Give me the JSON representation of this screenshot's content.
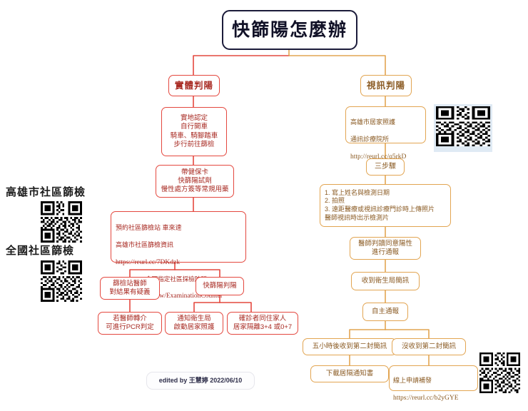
{
  "page": {
    "title": "快篩陽怎麼辦",
    "footer": "edited by 王慧婷 2022/06/10",
    "colors": {
      "title_border": "#1b1b3a",
      "left_branch": "#e4483f",
      "right_branch": "#e2a552",
      "left_text": "#a82a22",
      "right_text": "#8a5a22",
      "qr_tint": "#dfeaf4"
    }
  },
  "left_branch": {
    "head": "實體判陽",
    "n1": "實地認定\n自行開車\n騎車、騎腳踏車\n步行前往篩檢",
    "n2": "帶健保卡\n快篩陽試劑\n慢性處方簽等常規用藥",
    "n3_line1": "預約社區篩檢站 車來速",
    "n3_line2": "高雄市社區篩檢資訊",
    "n3_line3": "https://reurl.cc/7DKdzk",
    "n3_line4": "COVID-19 全國指定社區採檢院所：https://",
    "n3_line5": "antiflu.cdc.gov.tw/ExaminationCounter",
    "n4": "篩檢站醫師\n對結果有疑義",
    "n5": "若醫師轉介\n可進行PCR判定",
    "n6": "快篩陽判陽",
    "n7": "通知衛生局\n啟動居家照護",
    "n8": "確診者同住家人\n居家隔離3+4 或0+7"
  },
  "right_branch": {
    "head": "視訊判陽",
    "n1_line1": "高雄市居家照護",
    "n1_line2": "通訊診療院所",
    "n1_line3": "http://reurl.cc/q5rkD",
    "n2": "三步驟",
    "n3": "1. 寫上姓名與檢測日期\n2. 拍照\n3. 遠距醫療或視訊診療門診時上傳照片\n醫師視訊時出示檢測片",
    "n4": "醫師判讀同意陽性\n進行通報",
    "n5": "收到衛生局簡訊",
    "n6": "自主通報",
    "n7": "五小時後收到第二封簡訊",
    "n8": "沒收到第二封簡訊",
    "n9": "下載居隔通知書",
    "n10_line1": "線上申請補發",
    "n10_line2": "https://reurl.cc/b2yGYE"
  },
  "qr_codes": {
    "kaohsiung_label": "高雄市社區篩檢",
    "national_label": "全國社區篩檢",
    "telemed_name": "telemedicine-qr-code",
    "reissue_name": "reissue-qr-code",
    "kaohsiung_name": "kaohsiung-screening-qr-code",
    "national_name": "national-screening-qr-code"
  }
}
